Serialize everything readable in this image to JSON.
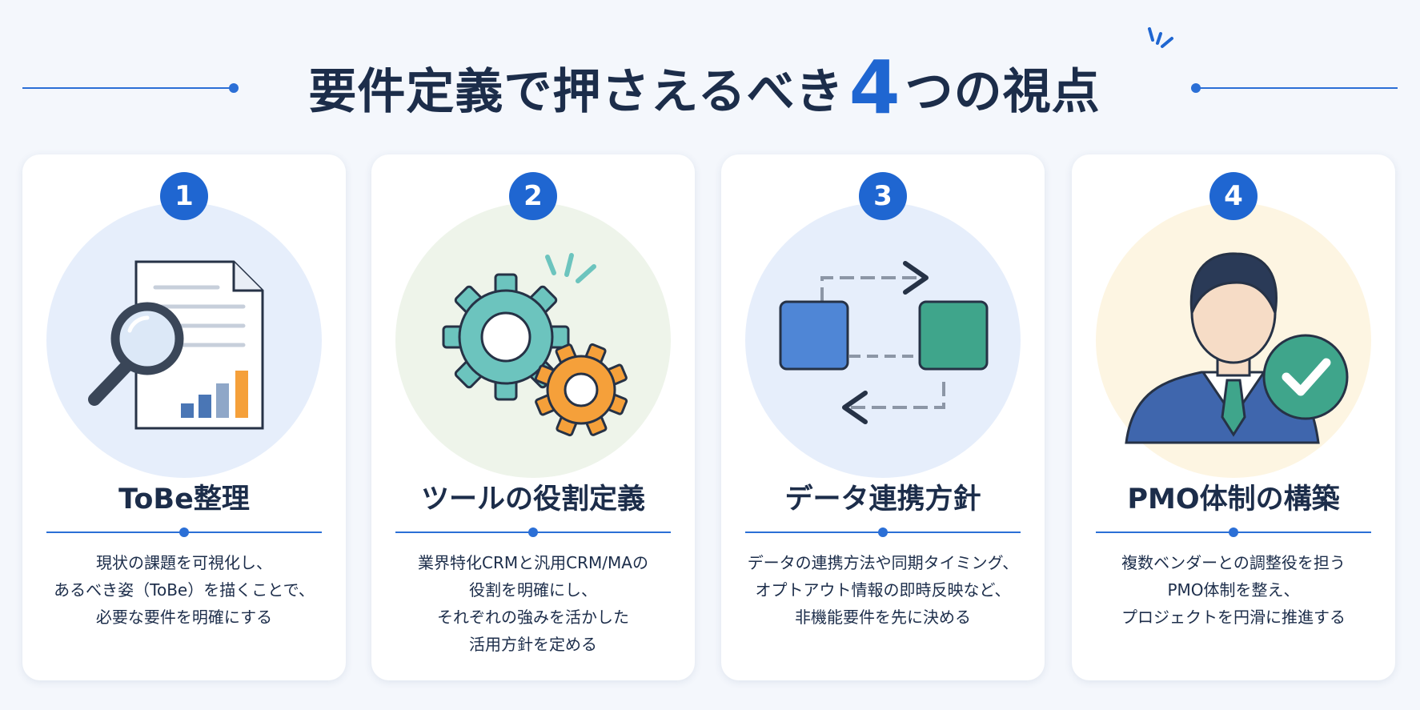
{
  "header": {
    "title_part1": "要件定義で押さえるべき",
    "title_number": "4",
    "title_part2": "つの視点"
  },
  "colors": {
    "accent": "#1f66d1",
    "text": "#1c2d4a",
    "background": "#f4f7fc",
    "teal": "#6cc4be",
    "orange": "#f5a03a",
    "green": "#3fa58b"
  },
  "cards": [
    {
      "number": "1",
      "title": "ToBe整理",
      "icon": "document-magnifier-chart-icon",
      "lines": [
        "現状の課題を可視化し、",
        "あるべき姿（ToBe）を描くことで、",
        "必要な要件を明確にする"
      ]
    },
    {
      "number": "2",
      "title": "ツールの役割定義",
      "icon": "gears-icon",
      "lines": [
        "業界特化CRMと汎用CRM/MAの",
        "役割を明確にし、",
        "それぞれの強みを活かした",
        "活用方針を定める"
      ]
    },
    {
      "number": "3",
      "title": "データ連携方針",
      "icon": "data-sync-icon",
      "lines": [
        "データの連携方法や同期タイミング、",
        "オプトアウト情報の即時反映など、",
        "非機能要件を先に決める"
      ]
    },
    {
      "number": "4",
      "title": "PMO体制の構築",
      "icon": "manager-check-icon",
      "lines": [
        "複数ベンダーとの調整役を担う",
        "PMO体制を整え、",
        "プロジェクトを円滑に推進する"
      ]
    }
  ]
}
